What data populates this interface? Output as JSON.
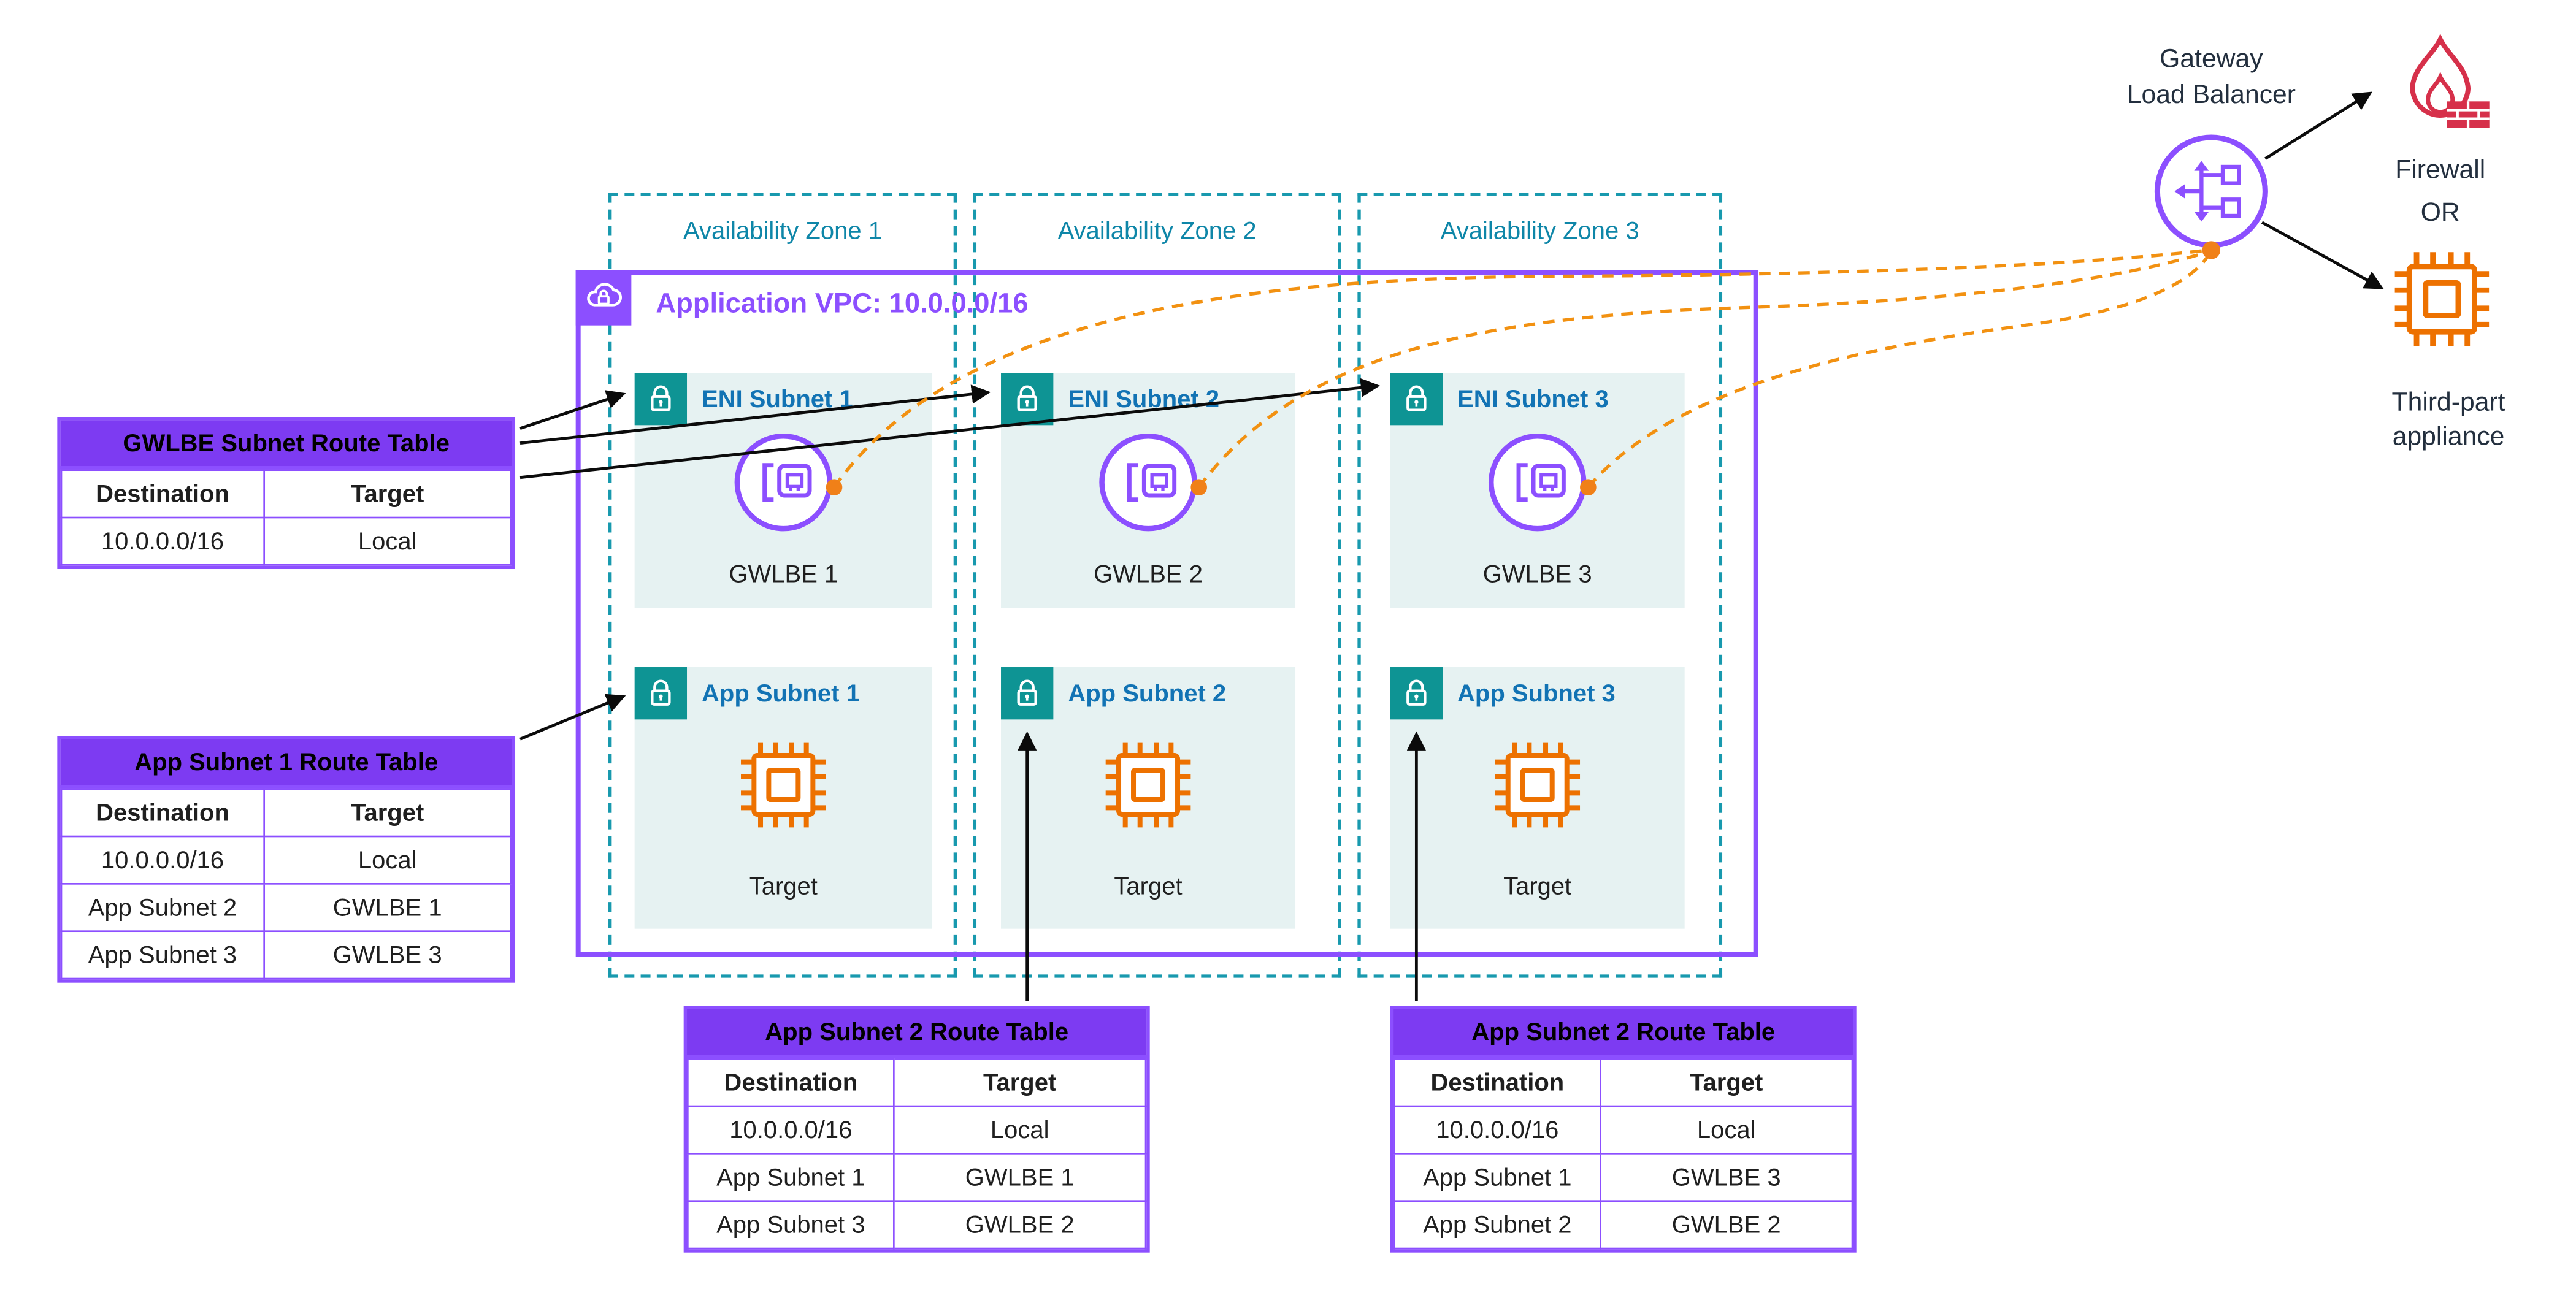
{
  "vpc": {
    "label": "Application VPC: 10.0.0.0/16"
  },
  "zones": [
    {
      "label": "Availability Zone 1",
      "eni_subnet": "ENI Subnet 1",
      "gwlbe": "GWLBE 1",
      "app_subnet": "App Subnet 1",
      "target": "Target"
    },
    {
      "label": "Availability Zone 2",
      "eni_subnet": "ENI Subnet 2",
      "gwlbe": "GWLBE 2",
      "app_subnet": "App Subnet 2",
      "target": "Target"
    },
    {
      "label": "Availability Zone 3",
      "eni_subnet": "ENI Subnet 3",
      "gwlbe": "GWLBE 3",
      "app_subnet": "App Subnet 3",
      "target": "Target"
    }
  ],
  "route_tables": [
    {
      "title": "GWLBE Subnet Route Table",
      "columns": [
        "Destination",
        "Target"
      ],
      "rows": [
        [
          "10.0.0.0/16",
          "Local"
        ]
      ]
    },
    {
      "title": "App Subnet 1 Route Table",
      "columns": [
        "Destination",
        "Target"
      ],
      "rows": [
        [
          "10.0.0.0/16",
          "Local"
        ],
        [
          "App Subnet 2",
          "GWLBE 1"
        ],
        [
          "App Subnet 3",
          "GWLBE 3"
        ]
      ]
    },
    {
      "title": "App Subnet 2 Route Table",
      "columns": [
        "Destination",
        "Target"
      ],
      "rows": [
        [
          "10.0.0.0/16",
          "Local"
        ],
        [
          "App Subnet 1",
          "GWLBE 1"
        ],
        [
          "App Subnet 3",
          "GWLBE 2"
        ]
      ]
    },
    {
      "title": "App Subnet 2 Route Table",
      "columns": [
        "Destination",
        "Target"
      ],
      "rows": [
        [
          "10.0.0.0/16",
          "Local"
        ],
        [
          "App Subnet 1",
          "GWLBE 3"
        ],
        [
          "App Subnet 2",
          "GWLBE 2"
        ]
      ]
    }
  ],
  "gateway_load_balancer": {
    "label": "Gateway\nLoad Balancer"
  },
  "destinations": {
    "firewall": "Firewall",
    "or": "OR",
    "appliance": "Third-part\nappliance"
  },
  "colors": {
    "purple": "#8C4FFF",
    "purple_header": "#7D3BF2",
    "teal_lock": "#0E9494",
    "az_border": "#1899AE",
    "az_text": "#0E86A8",
    "subnet_title_blue": "#1273B4",
    "subnet_bg": "#E6F2F2",
    "orange": "#ED7100",
    "orange_flow": "#F29111",
    "firewall_red": "#D6304A",
    "arrow_black": "#0B0B0B"
  }
}
